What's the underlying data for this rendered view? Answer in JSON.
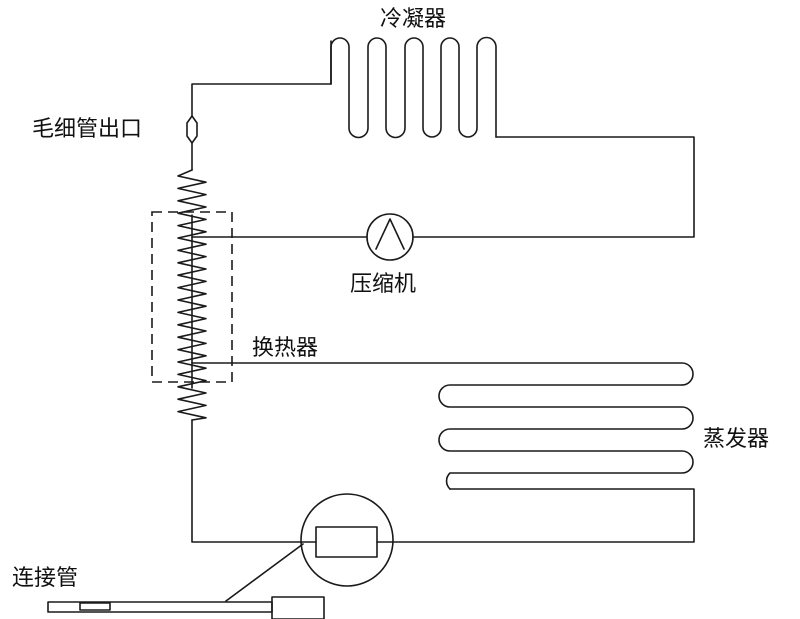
{
  "labels": {
    "condenser": "冷凝器",
    "capillary_outlet": "毛细管出口",
    "compressor": "压缩机",
    "heat_exchanger": "换热器",
    "evaporator": "蒸发器",
    "connecting_pipe": "连接管"
  }
}
